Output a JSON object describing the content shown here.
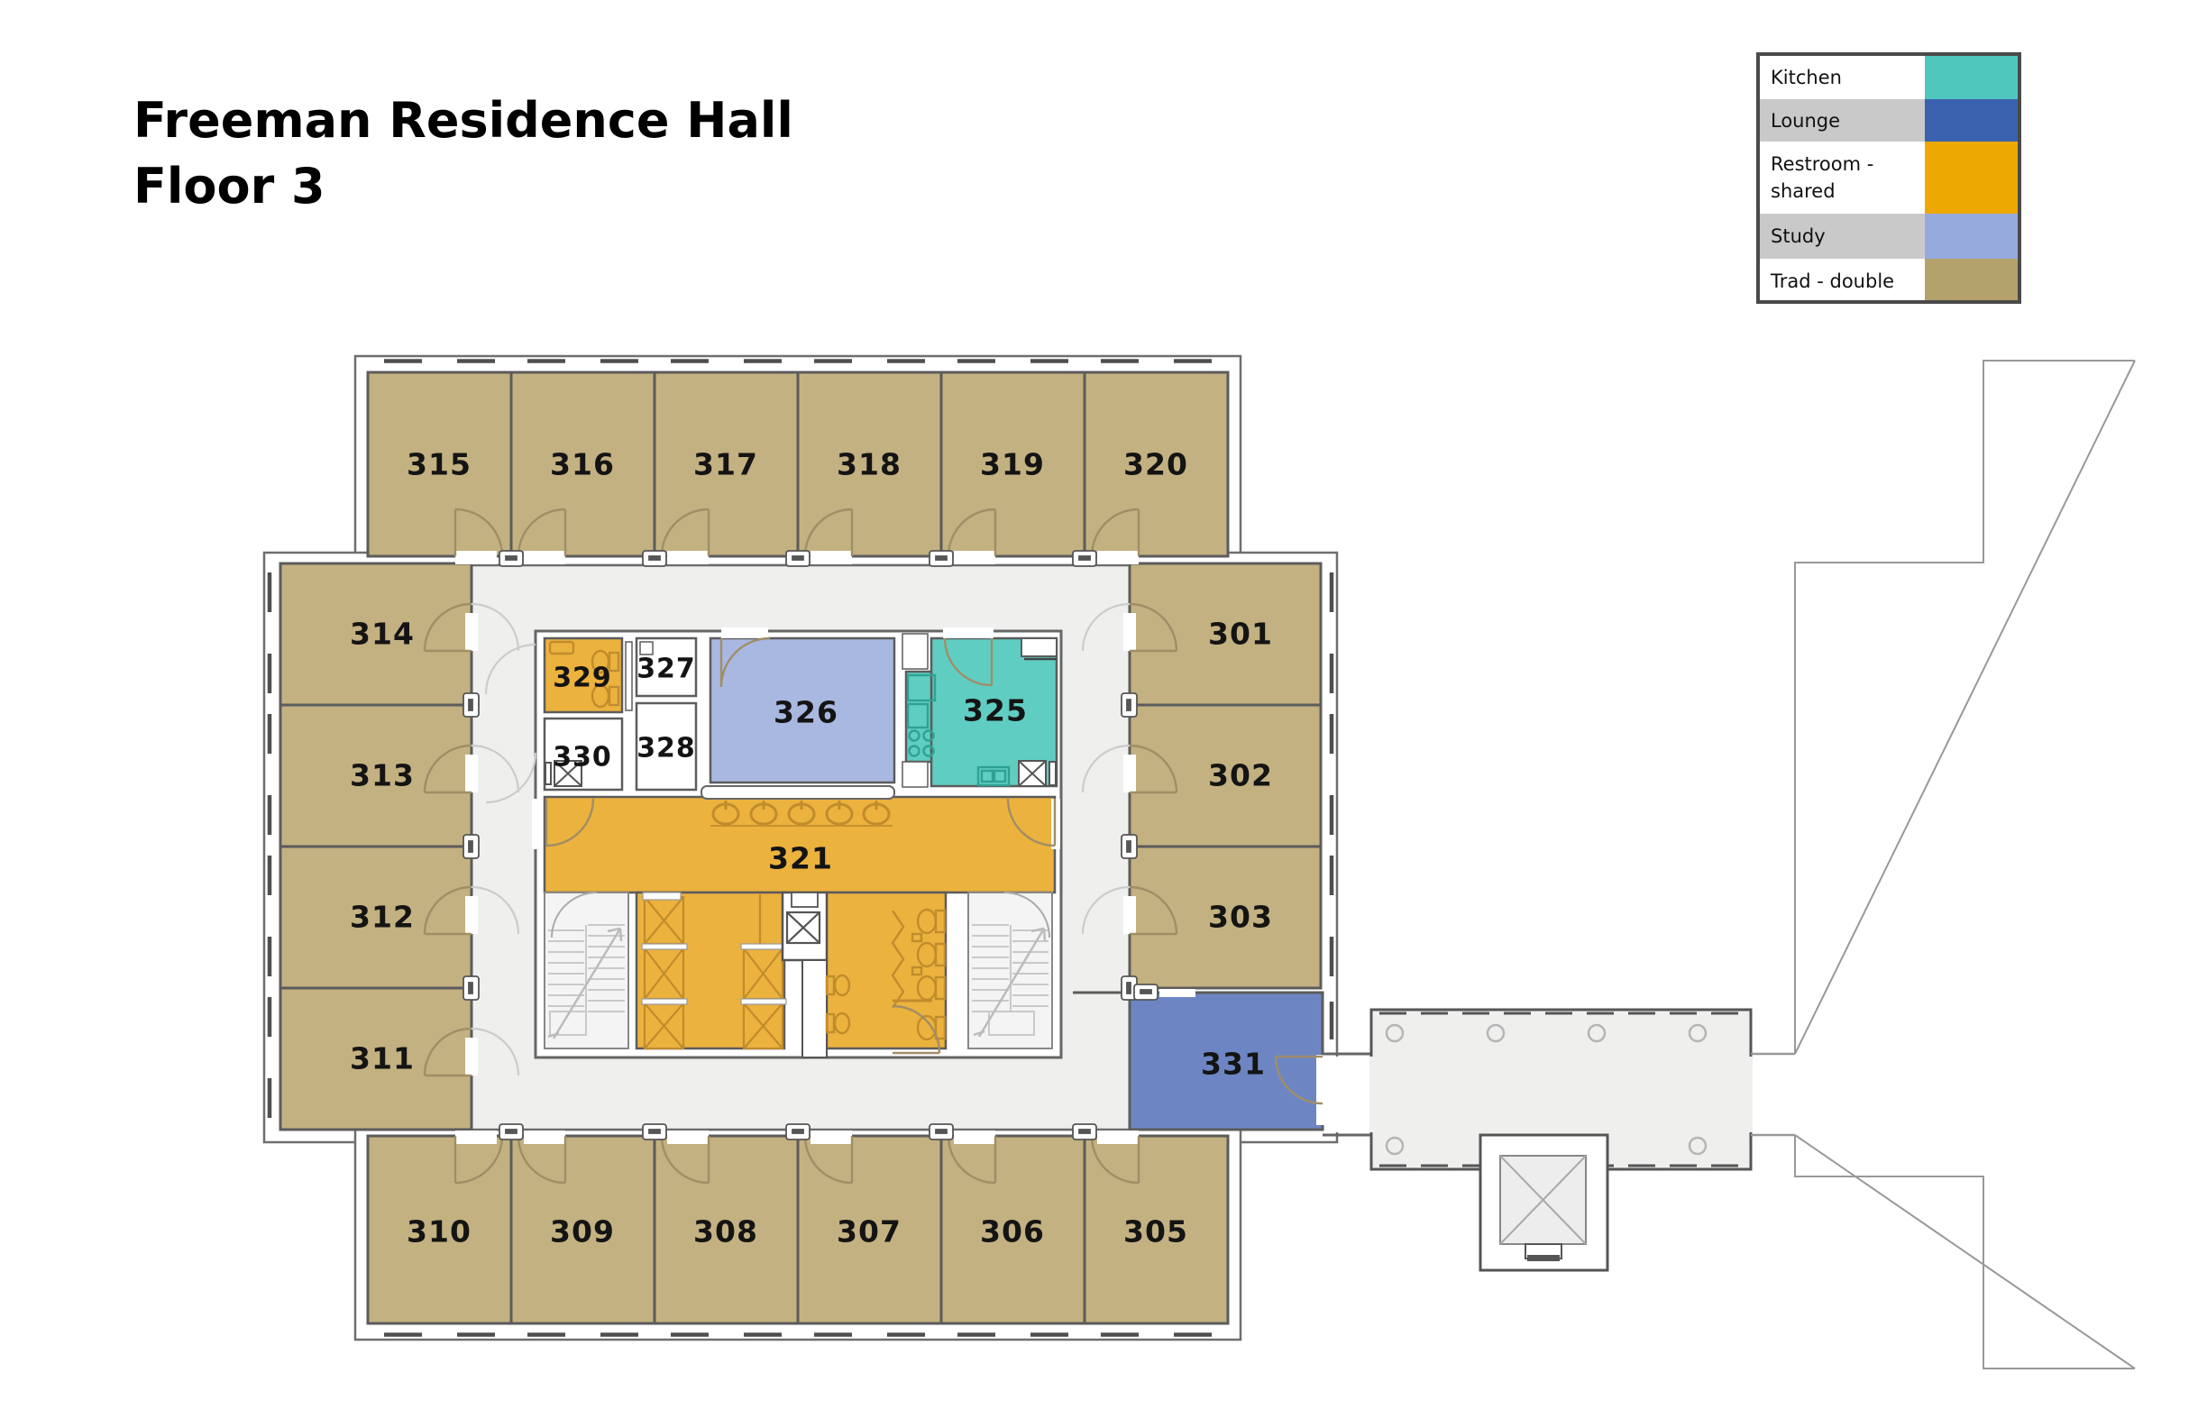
{
  "title": {
    "line1": "Freeman Residence Hall",
    "line2": "Floor 3"
  },
  "legend": {
    "items": {
      "kitchen": {
        "label": "Kitchen",
        "color": "#4fc7bc"
      },
      "lounge": {
        "label": "Lounge",
        "color": "#3a62ae"
      },
      "restroom": {
        "label_line1": "Restroom -",
        "label_line2": "shared",
        "color": "#eda902"
      },
      "study": {
        "label": "Study",
        "color": "#97aade"
      },
      "trad": {
        "label": "Trad - double",
        "color": "#b3a26b"
      }
    }
  },
  "rooms": {
    "r301": {
      "label": "301",
      "type": "Trad - double"
    },
    "r302": {
      "label": "302",
      "type": "Trad - double"
    },
    "r303": {
      "label": "303",
      "type": "Trad - double"
    },
    "r305": {
      "label": "305",
      "type": "Trad - double"
    },
    "r306": {
      "label": "306",
      "type": "Trad - double"
    },
    "r307": {
      "label": "307",
      "type": "Trad - double"
    },
    "r308": {
      "label": "308",
      "type": "Trad - double"
    },
    "r309": {
      "label": "309",
      "type": "Trad - double"
    },
    "r310": {
      "label": "310",
      "type": "Trad - double"
    },
    "r311": {
      "label": "311",
      "type": "Trad - double"
    },
    "r312": {
      "label": "312",
      "type": "Trad - double"
    },
    "r313": {
      "label": "313",
      "type": "Trad - double"
    },
    "r314": {
      "label": "314",
      "type": "Trad - double"
    },
    "r315": {
      "label": "315",
      "type": "Trad - double"
    },
    "r316": {
      "label": "316",
      "type": "Trad - double"
    },
    "r317": {
      "label": "317",
      "type": "Trad - double"
    },
    "r318": {
      "label": "318",
      "type": "Trad - double"
    },
    "r319": {
      "label": "319",
      "type": "Trad - double"
    },
    "r320": {
      "label": "320",
      "type": "Trad - double"
    },
    "r321": {
      "label": "321",
      "type": "Restroom - shared"
    },
    "r325": {
      "label": "325",
      "type": "Kitchen"
    },
    "r326": {
      "label": "326",
      "type": "Study"
    },
    "r327": {
      "label": "327",
      "type": ""
    },
    "r328": {
      "label": "328",
      "type": ""
    },
    "r329": {
      "label": "329",
      "type": "Restroom - shared"
    },
    "r330": {
      "label": "330",
      "type": ""
    },
    "r331": {
      "label": "331",
      "type": "Lounge"
    }
  },
  "colors": {
    "trad": "#c3b181",
    "restroom": "#ecb23e",
    "kitchen": "#5fcdc2",
    "study": "#a9b8e1",
    "lounge_room": "#6d86c3",
    "corridor": "#efefee",
    "stair": "#f4f4f4",
    "wall": "#666666",
    "fixture_orange": "#c08c2c",
    "fixture_teal": "#2fa193"
  }
}
